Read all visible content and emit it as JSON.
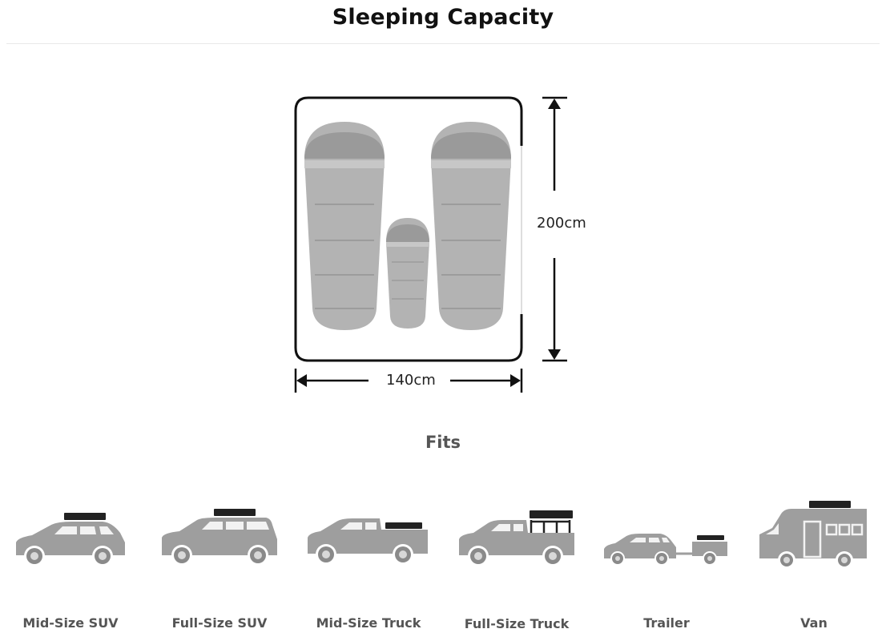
{
  "page": {
    "title": "Sleeping Capacity",
    "fits_title": "Fits"
  },
  "dimensions": {
    "height_label": "200cm",
    "width_label": "140cm"
  },
  "vehicles": [
    {
      "label": "Mid-Size SUV",
      "icon": "mid-size-suv-icon"
    },
    {
      "label": "Full-Size SUV",
      "icon": "full-size-suv-icon"
    },
    {
      "label": "Mid-Size Truck",
      "icon": "mid-size-truck-icon"
    },
    {
      "label": "Full-Size Truck",
      "icon": "full-size-truck-icon"
    },
    {
      "label": "Trailer",
      "icon": "trailer-icon"
    },
    {
      "label": "Van",
      "icon": "van-icon"
    }
  ],
  "colors": {
    "vehicle_gray": "#9e9e9e",
    "tent_rack": "#222222",
    "sleeping_bag": "#a9a9a9"
  }
}
